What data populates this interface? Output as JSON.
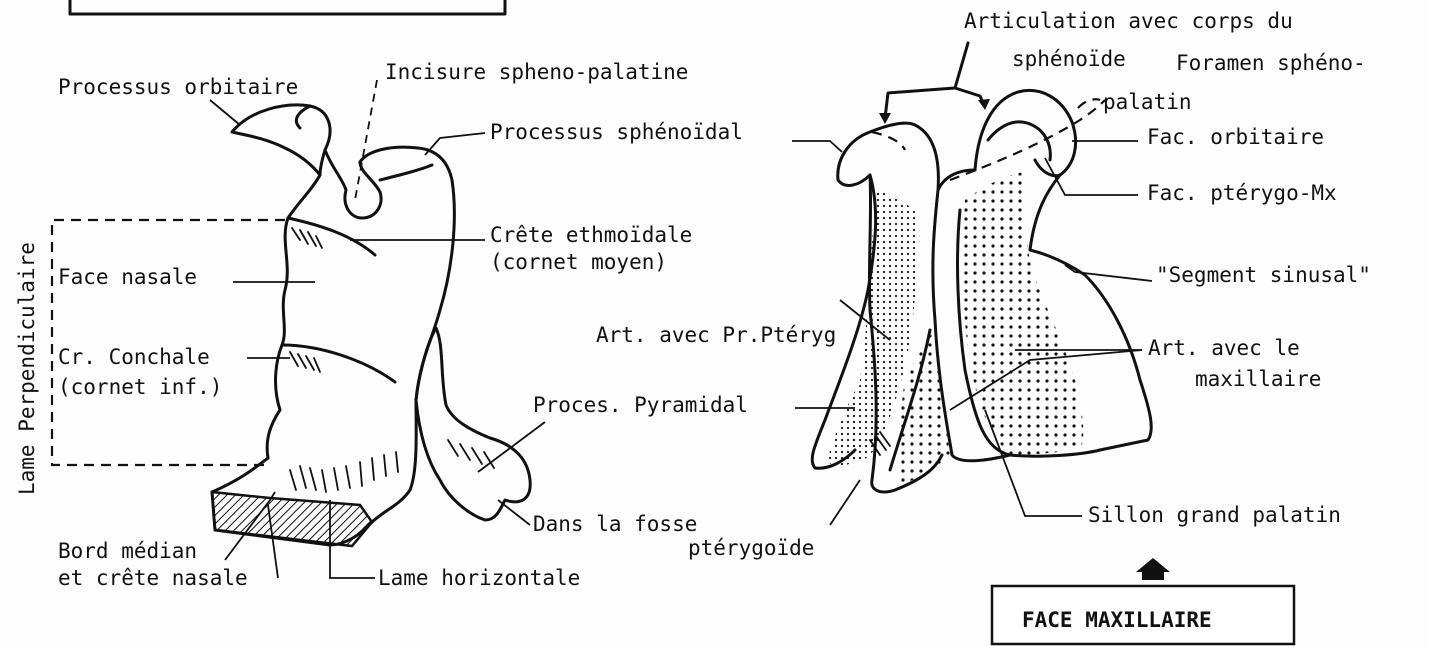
{
  "left_labels": {
    "processus_orbitaire": "Processus orbitaire",
    "incisure": "Incisure spheno-palatine",
    "processus_sphenoidal": "Processus sphénoïdal",
    "crete_ethmoidale": "Crête ethmoïdale",
    "cornet_moyen": "(cornet moyen)",
    "face_nasale": "Face nasale",
    "cr_conchale": "Cr. Conchale",
    "cornet_inf": "(cornet inf.)",
    "lame_perpendiculaire": "Lame Perpendiculaire",
    "proces_pyramidal": "Proces. Pyramidal",
    "dans_la_fosse": "Dans la fosse",
    "pterygoide": "ptérygoïde",
    "bord_median": "Bord médian",
    "crete_nasale": "et crête nasale",
    "lame_horizontale": "Lame horizontale"
  },
  "right_labels": {
    "articulation": "Articulation avec corps du",
    "sphenoide": "sphénoïde",
    "foramen": "Foramen sphéno-",
    "palatin": "palatin",
    "fac_orbitaire": "Fac. orbitaire",
    "fac_pterygo": "Fac. ptérygo-Mx",
    "segment_sinusal": "\"Segment sinusal\"",
    "art_pr_pterygo": "Art. avec Pr.Ptéryg",
    "art_maxillaire": "Art. avec le",
    "maxillaire": "maxillaire",
    "sillon": "Sillon grand palatin"
  },
  "view_caption": "FACE MAXILLAIRE",
  "icons": {
    "up_arrow": "up-arrow-icon"
  }
}
